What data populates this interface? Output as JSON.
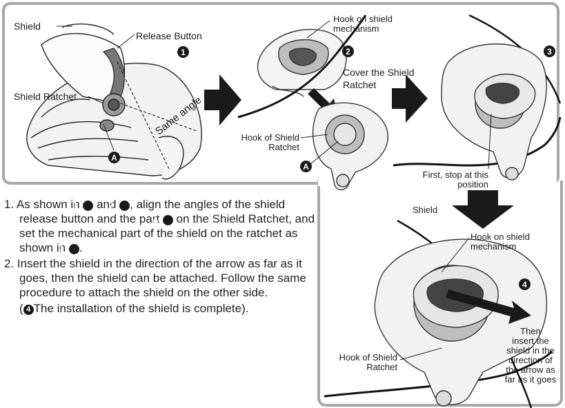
{
  "labels": {
    "shield": "Shield",
    "release_button": "Release Button",
    "shield_ratchet": "Shield Ratchet",
    "same_angle": "Same angle",
    "hook_on_shield_mechanism_1": "Hook on shield\nmechanism",
    "cover_shield_ratchet": "Cover the Shield\nRatchet",
    "hook_of_shield_ratchet_1": "Hook of Shield\nRatchet",
    "first_stop": "First, stop at this\nposition",
    "shield_2": "Shield",
    "hook_on_shield_mechanism_2": "Hook on shield\nmechanism",
    "hook_of_shield_ratchet_2": "Hook of Shield\nRatchet",
    "then_insert": "Then\ninsert the\nshield in the\ndirection of\nthe arrow as\nfar as it goes"
  },
  "markers": {
    "step1": "1",
    "step2": "2",
    "step3": "3",
    "step4": "4",
    "part_a": "A"
  },
  "instructions": {
    "step1_prefix": "1. As shown in ",
    "step1_and": " and ",
    "step1_rest": ", align the angles of the shield release button and the part ",
    "step1_rest2": " on the Shield Ratchet, and set the mechanical part of the shield on the ratchet as shown in ",
    "step1_end": ".",
    "step2_text": "2. Insert the shield in the direction of the arrow as far as it goes, then the shield can be attached. Follow the same procedure to attach the shield on the other side.",
    "step2_note_open": "(",
    "step2_note_text": "The installation of the shield is complete)."
  },
  "colors": {
    "frame": "#a8a8a8",
    "ink": "#1a1a1a",
    "arrow": "#1a1a1a"
  }
}
